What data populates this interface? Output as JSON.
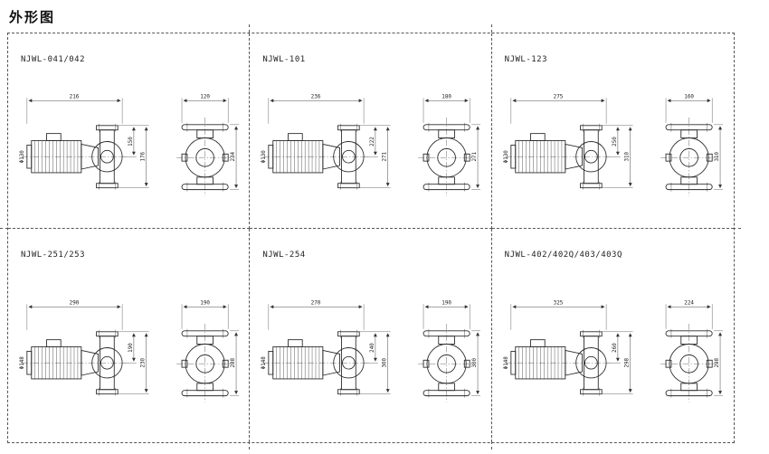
{
  "page_title": "外形图",
  "cells": [
    {
      "model": "NJWL-041/042",
      "side_top": "216",
      "side_right_inner": "150",
      "side_right_outer": "176",
      "motor_dia": "Φ130",
      "front_top": "120",
      "front_right": "234"
    },
    {
      "model": "NJWL-101",
      "side_top": "236",
      "side_right_inner": "222",
      "side_right_outer": "271",
      "motor_dia": "Φ130",
      "front_top": "180",
      "front_right": "271"
    },
    {
      "model": "NJWL-123",
      "side_top": "275",
      "side_right_inner": "250",
      "side_right_outer": "310",
      "motor_dia": "Φ130",
      "front_top": "160",
      "front_right": "310"
    },
    {
      "model": "NJWL-251/253",
      "side_top": "290",
      "side_right_inner": "190",
      "side_right_outer": "230",
      "motor_dia": "Φ148",
      "front_top": "190",
      "front_right": "288"
    },
    {
      "model": "NJWL-254",
      "side_top": "270",
      "side_right_inner": "240",
      "side_right_outer": "300",
      "motor_dia": "Φ148",
      "front_top": "190",
      "front_right": "300"
    },
    {
      "model": "NJWL-402/402Q/403/403Q",
      "side_top": "325",
      "side_right_inner": "260",
      "side_right_outer": "298",
      "motor_dia": "Φ148",
      "front_top": "224",
      "front_right": "298"
    }
  ]
}
